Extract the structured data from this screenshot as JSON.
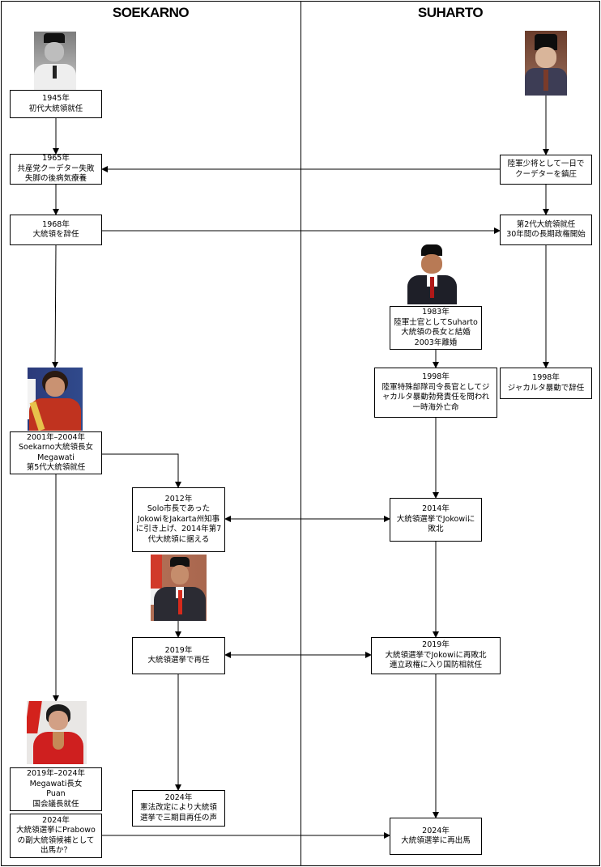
{
  "columns": {
    "left_title": "SOEKARNO",
    "right_title": "SUHARTO"
  },
  "photos": {
    "soekarno": "Soekarno portrait",
    "suharto": "Suharto portrait",
    "prabowo": "Prabowo portrait",
    "megawati": "Megawati portrait",
    "jokowi": "Jokowi portrait",
    "puan": "Puan portrait"
  },
  "events": {
    "e1945": [
      "1945年",
      "初代大統領就任"
    ],
    "e1965": [
      "1965年",
      "共産党クーデター失敗",
      "失脚の後病気療養"
    ],
    "e1968": [
      "1968年",
      "大統領を辞任"
    ],
    "coup": [
      "陸軍少将として一日で",
      "クーデターを鎮圧"
    ],
    "second": [
      "第2代大統領就任",
      "30年間の長期政権開始"
    ],
    "e1983": [
      "1983年",
      "陸軍士官としてSuharto",
      "大統領の長女と結婚",
      "2003年離婚"
    ],
    "e1998p": [
      "1998年",
      "陸軍特殊部隊司令長官としてジ",
      "ャカルタ暴動勃発責任を問われ",
      "一時海外亡命"
    ],
    "e1998s": [
      "1998年",
      "ジャカルタ暴動で辞任"
    ],
    "mega": [
      "2001年–2004年",
      "Soekarno大統領長女",
      "Megawati",
      "第5代大統領就任"
    ],
    "e2012": [
      "2012年",
      "Solo市長であった",
      "JokowiをJakarta州知事",
      "に引き上げ、2014年第7",
      "代大統領に据える"
    ],
    "e2014": [
      "2014年",
      "大統領選挙でJokowiに",
      "敗北"
    ],
    "j2019": [
      "2019年",
      "大統領選挙で再任"
    ],
    "p2019": [
      "2019年",
      "大統領選挙でJokowiに再敗北",
      "連立政権に入り国防相就任"
    ],
    "puan": [
      "2019年–2024年",
      "Megawati長女",
      "Puan",
      "国会議長就任"
    ],
    "puan2024": [
      "2024年",
      "大統領選挙にPrabowo",
      "の副大統領候補として",
      "出馬か？"
    ],
    "j2024": [
      "2024年",
      "憲法改定により大統領",
      "選挙で三期目再任の声"
    ],
    "p2024": [
      "2024年",
      "大統領選挙に再出馬"
    ]
  },
  "colors": {
    "line": "#000000",
    "background": "#ffffff"
  }
}
